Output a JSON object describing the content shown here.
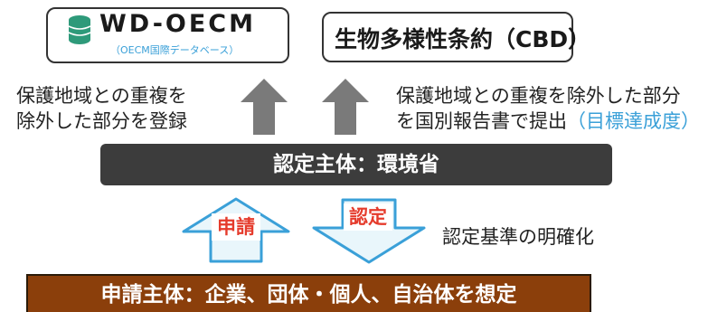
{
  "wd_oecm": {
    "title": "WD-OECM",
    "subtitle": "（OECM国際データベース）"
  },
  "cbd": {
    "title": "生物多様性条約（CBD）"
  },
  "notes": {
    "left_line1": "保護地域との重複を",
    "left_line2": "除外した部分を登録",
    "right_line1": "保護地域との重複を除外した部分",
    "right_line2_prefix": "を国別報告書で提出",
    "right_line2_highlight": "（目標達成度）"
  },
  "authority": {
    "label": "認定主体：環境省"
  },
  "flow": {
    "apply_label": "申請",
    "certify_label": "認定",
    "clarify_text": "認定基準の明確化"
  },
  "applicant": {
    "label": "申請主体：企業、団体・個人、自治体を想定"
  },
  "colors": {
    "highlight": "#3aa0d8",
    "arrow_label": "#e53b2c",
    "authority_bar": "#3c3c3c",
    "applicant_bar": "#8b3f0b",
    "up_arrow": "#7a7a7a",
    "db_icon": "#2e9a7a"
  }
}
